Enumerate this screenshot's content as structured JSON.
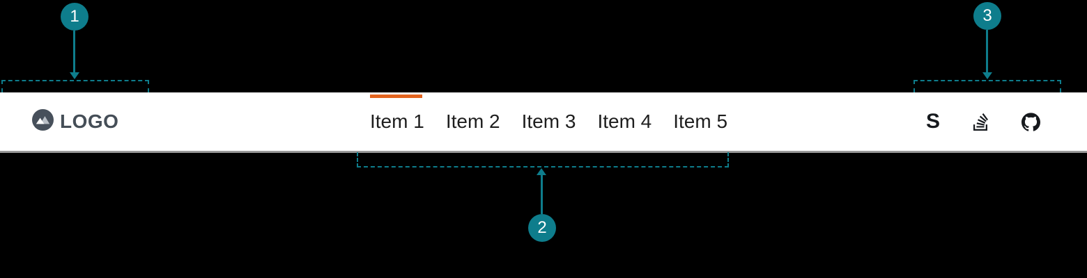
{
  "navbar": {
    "logo": {
      "text": "LOGO"
    },
    "items": [
      {
        "label": "Item 1",
        "active": true
      },
      {
        "label": "Item 2",
        "active": false
      },
      {
        "label": "Item 3",
        "active": false
      },
      {
        "label": "Item 4",
        "active": false
      },
      {
        "label": "Item 5",
        "active": false
      }
    ],
    "social_icons": [
      {
        "name": "stack-s-icon",
        "glyph": "S"
      },
      {
        "name": "stackoverflow-icon"
      },
      {
        "name": "github-icon"
      }
    ]
  },
  "callouts": [
    {
      "number": "1",
      "target": "logo-region"
    },
    {
      "number": "2",
      "target": "nav-items-region"
    },
    {
      "number": "3",
      "target": "social-icons-region"
    }
  ],
  "colors": {
    "background": "#000000",
    "annotation_teal": "#0e7d8c",
    "active_orange": "#e2631e",
    "navbar_bg": "#ffffff",
    "navbar_border": "#999999",
    "logo_color": "#454e57",
    "nav_text": "#1e1e1e",
    "icon_color": "#16191d"
  }
}
